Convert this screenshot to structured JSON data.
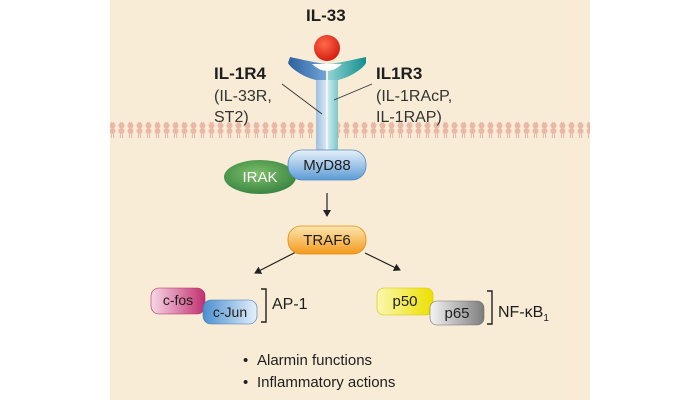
{
  "ligand": {
    "label": "IL-33"
  },
  "receptor_left": {
    "name": "IL-1R4",
    "alt1": "(IL-33R,",
    "alt2": "ST2)"
  },
  "receptor_right": {
    "name": "IL1R3",
    "alt1": "(IL-1RAcP,",
    "alt2": "IL-1RAP)"
  },
  "adaptors": {
    "myd88": "MyD88",
    "irak": "IRAK"
  },
  "traf6": "TRAF6",
  "ap1": {
    "cfos": "c-fos",
    "cjun": "c-Jun",
    "label": "AP-1"
  },
  "nfkb": {
    "p50": "p50",
    "p65": "p65",
    "label_main": "NF-κB",
    "label_sub": "1"
  },
  "outcomes": [
    "Alarmin functions",
    "Inflammatory actions"
  ],
  "colors": {
    "background": "#f9ecd6",
    "ligand": "#e4241c",
    "receptor_left": "#2e6fa8",
    "receptor_right": "#1a9a9a",
    "irak": "#2f7d3b",
    "myd88": "#5b9bd5",
    "traf6": "#f5a623",
    "cfos": "#c2306f",
    "p50": "#f2e600",
    "membrane": "#e6b6a4"
  }
}
